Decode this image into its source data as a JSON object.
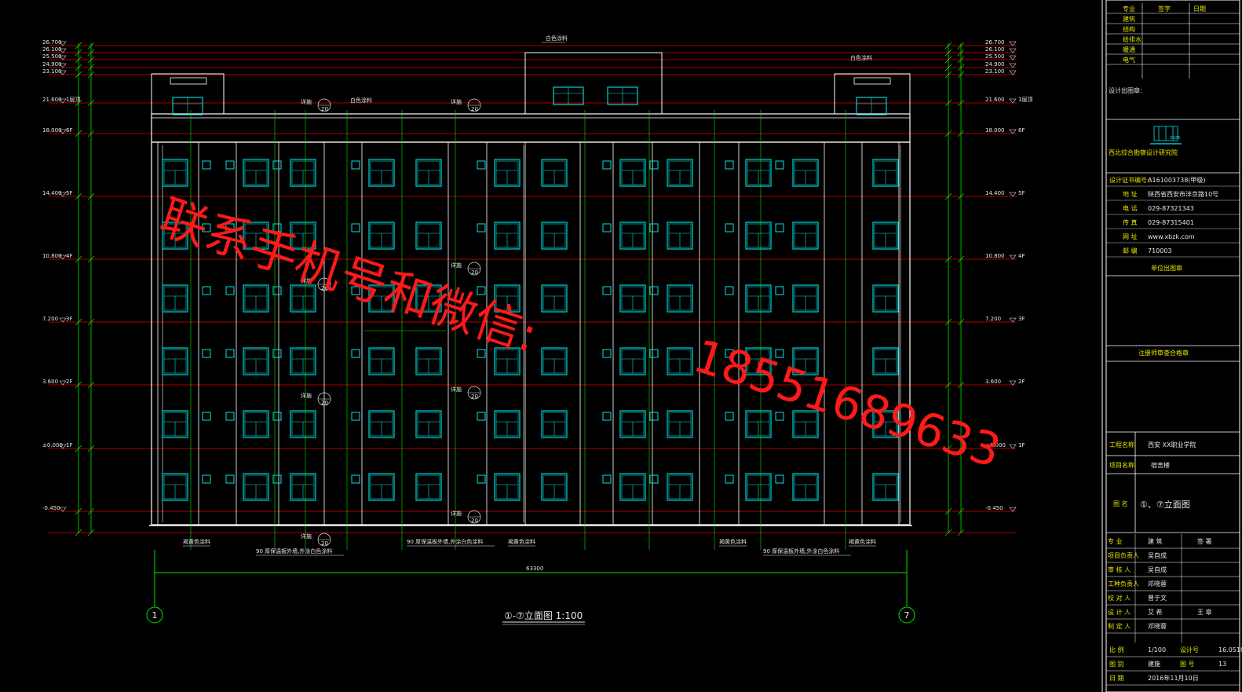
{
  "drawing_title": "①-⑦立面图 1:100",
  "overall_dimension": "63300",
  "axis_left": "1",
  "axis_right": "7",
  "elevation_marks_left": [
    {
      "text": "26.700"
    },
    {
      "text": "26.100"
    },
    {
      "text": "25.500"
    },
    {
      "text": "24.900"
    },
    {
      "text": "23.100"
    },
    {
      "text": "21.600",
      "note": "1层顶"
    },
    {
      "text": "18.000",
      "note": "6F"
    },
    {
      "text": "14.400",
      "note": "5F"
    },
    {
      "text": "10.800",
      "note": "4F"
    },
    {
      "text": "7.200",
      "note": "3F"
    },
    {
      "text": "3.600",
      "note": "2F"
    },
    {
      "text": "±0.000",
      "note": "1F"
    },
    {
      "text": "-0.450"
    }
  ],
  "elevation_marks_right": [
    {
      "text": "26.700"
    },
    {
      "text": "26.100"
    },
    {
      "text": "25.500"
    },
    {
      "text": "24.900"
    },
    {
      "text": "23.100"
    },
    {
      "text": "21.600",
      "note": "1层顶"
    },
    {
      "text": "18.000",
      "note": "6F"
    },
    {
      "text": "14.400",
      "note": "5F"
    },
    {
      "text": "10.800",
      "note": "4F"
    },
    {
      "text": "7.200",
      "note": "3F"
    },
    {
      "text": "3.600",
      "note": "2F"
    },
    {
      "text": "±0.000",
      "note": "1F"
    },
    {
      "text": "-0.450"
    }
  ],
  "callouts": {
    "top_paint": "白色涂料",
    "top_paint_right": "白色涂料",
    "mid_paint": "白色涂料",
    "bottom_labels": [
      "褐黄色涂料",
      "90 厚保温板外墙,外涂白色涂料",
      "90 厚保温板外墙,外涂白色涂料",
      "褐黄色涂料",
      "褐黄色涂料",
      "90 厚保温板外墙,外涂白色涂料",
      "褐黄色涂料"
    ],
    "detail_tag": "详施",
    "detail_ref": "20"
  },
  "watermark": {
    "line1": "联系手机号和微信:",
    "line2": "18551689633"
  },
  "title_block": {
    "header_rows": [
      [
        "专业",
        "签字",
        "日期"
      ],
      [
        "建筑",
        "",
        ""
      ],
      [
        "结构",
        "",
        ""
      ],
      [
        "给排水",
        "",
        ""
      ],
      [
        "暖通",
        "",
        ""
      ],
      [
        "电气",
        "",
        ""
      ]
    ],
    "seal_note": "设计出图章:",
    "company_name": "西北综合勘察设计研究院",
    "company_logo_text": "XBZK",
    "cert_label": "设计证书编号:",
    "cert_number": "A161003738(甲级)",
    "address_label": "地 址",
    "address": "陕西省西安市沣京路10号",
    "phone_label": "电 话",
    "phone": "029-87321343",
    "fax_label": "传 真",
    "fax": "029-87315401",
    "web_label": "网 址",
    "web": "www.xbzk.com",
    "zip_label": "邮 编",
    "zip": "710003",
    "units_seal": "单位出图章",
    "review_seal": "注册师审查合格章",
    "project_label": "工程名称",
    "project": "西安 XX职业学院",
    "item_label": "项目名称",
    "item": "宿舍楼",
    "drawing_label": "图 名",
    "drawing_name": "①、⑦立面图",
    "roles": [
      {
        "role": "专 业",
        "name": "建 筑",
        "sign": "签 署"
      },
      {
        "role": "项目负责人",
        "name": "吴自成",
        "sign": ""
      },
      {
        "role": "审 核 人",
        "name": "吴自成",
        "sign": ""
      },
      {
        "role": "工种负责人",
        "name": "邓晓蓉",
        "sign": ""
      },
      {
        "role": "校 对 人",
        "name": "曾于文",
        "sign": ""
      },
      {
        "role": "设 计 人",
        "name": "艾 希",
        "sign": "王 章"
      },
      {
        "role": "制 定 人",
        "name": "邓晓蓉",
        "sign": ""
      }
    ],
    "scale_label": "比 例",
    "scale": "1/100",
    "job_label": "设计号",
    "job": "16.0510",
    "type_label": "图 别",
    "type": "建施",
    "sheet_label": "图 号",
    "sheet": "13",
    "date_label": "日 期",
    "date": "2016年11月10日"
  },
  "colors": {
    "background": "#000000",
    "outline": "#ffffff",
    "window": "#00e5e5",
    "dimension": "#00e600",
    "level_line": "#e60000",
    "watermark": "#ff1a1a",
    "label": "#e6e600"
  }
}
